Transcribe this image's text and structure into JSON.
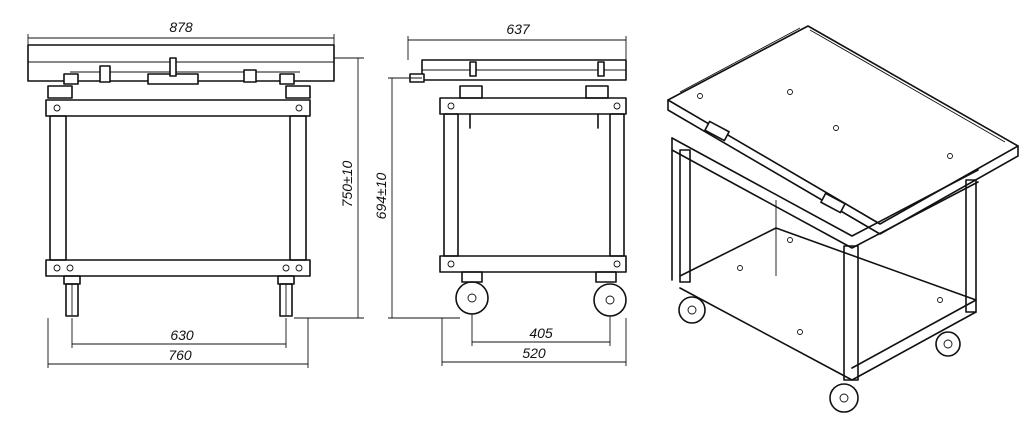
{
  "dimensions": {
    "front_top_width": "878",
    "front_caster_spacing": "630",
    "front_base_width": "760",
    "front_height": "750±10",
    "side_top_width": "637",
    "side_height": "694±10",
    "side_caster_spacing": "405",
    "side_base_width": "520"
  },
  "icons": [
    "front-view",
    "side-view",
    "isometric-view",
    "caster-wheel"
  ],
  "colors": {
    "ink": "#111111",
    "paper": "#ffffff"
  }
}
